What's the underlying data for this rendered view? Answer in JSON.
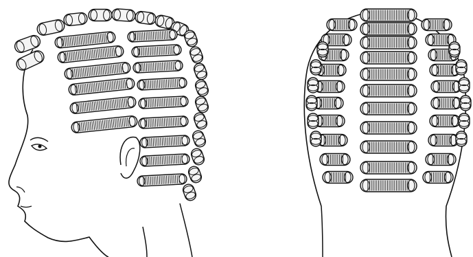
{
  "figure": {
    "views": [
      {
        "id": "side-view",
        "kind": "profile"
      },
      {
        "id": "back-view",
        "kind": "back"
      }
    ],
    "colors": {
      "background": "#ffffff",
      "stroke": "#111111",
      "roller_fill": "#f4f4f4",
      "ridge": "#1c1c1c"
    }
  }
}
